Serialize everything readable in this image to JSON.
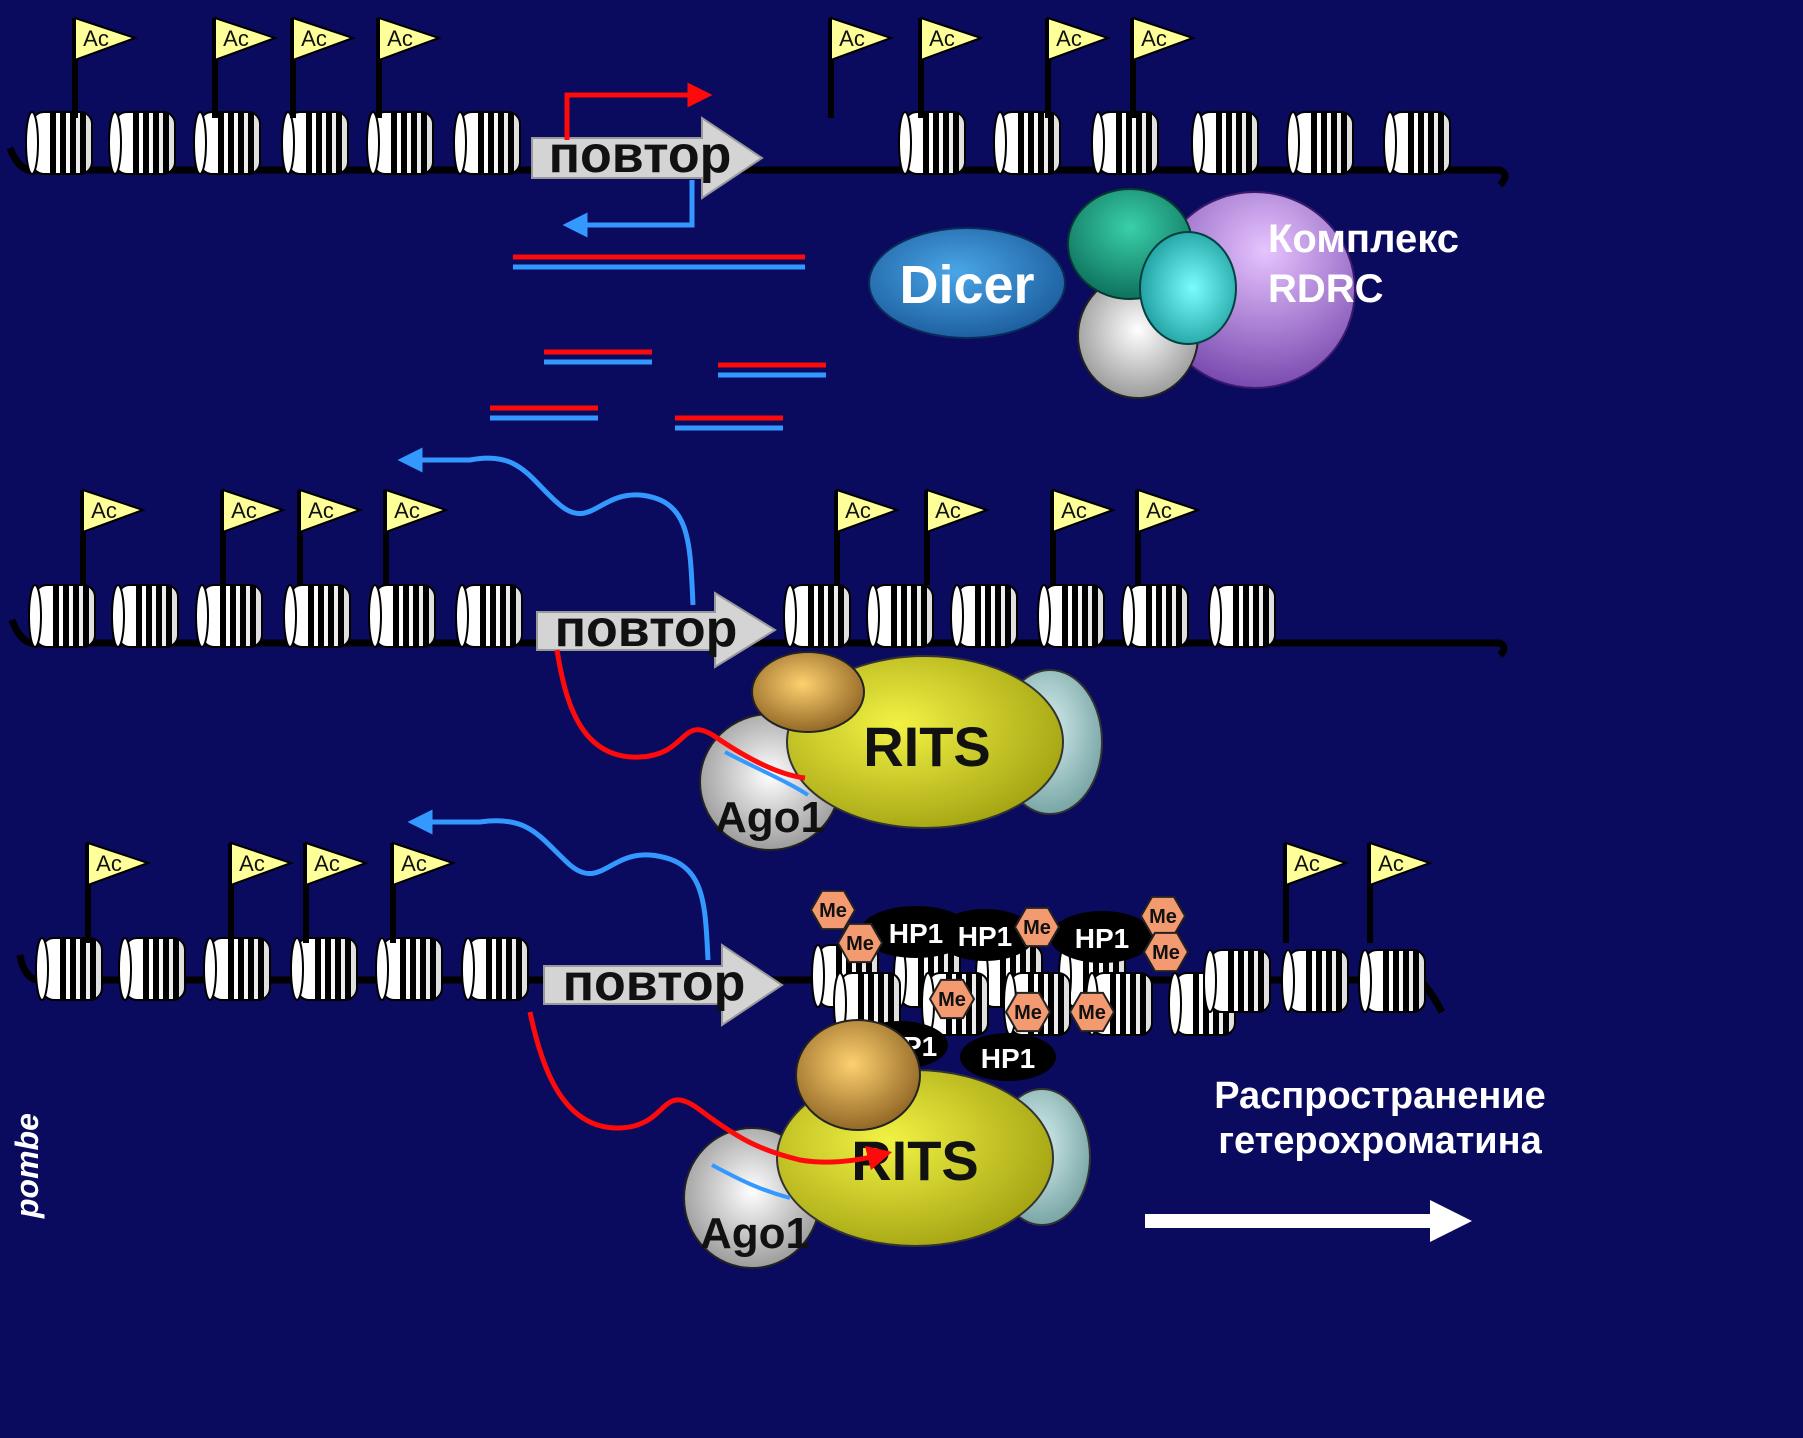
{
  "labels": {
    "repeat": "повтор",
    "acetyl": "Ac",
    "methyl": "Me",
    "hp1": "HP1",
    "dicer": "Dicer",
    "rdrc_line1": "Комплекс",
    "rdrc_line2": "RDRC",
    "rits": "RITS",
    "ago1": "Ago1",
    "spread_line1": "Распространение",
    "spread_line2": "гетерохроматина",
    "organism": "pombe"
  },
  "colors": {
    "background": "#0a0a5e",
    "rna_red": "#ff0a0a",
    "rna_blue": "#3399ff",
    "flag": "#ffff99",
    "rits": "#d9d92a",
    "dicer": "#2a78c0",
    "rdrc": "#b27be0",
    "me_hexagon": "#f49a70",
    "hp1": "#000000"
  }
}
